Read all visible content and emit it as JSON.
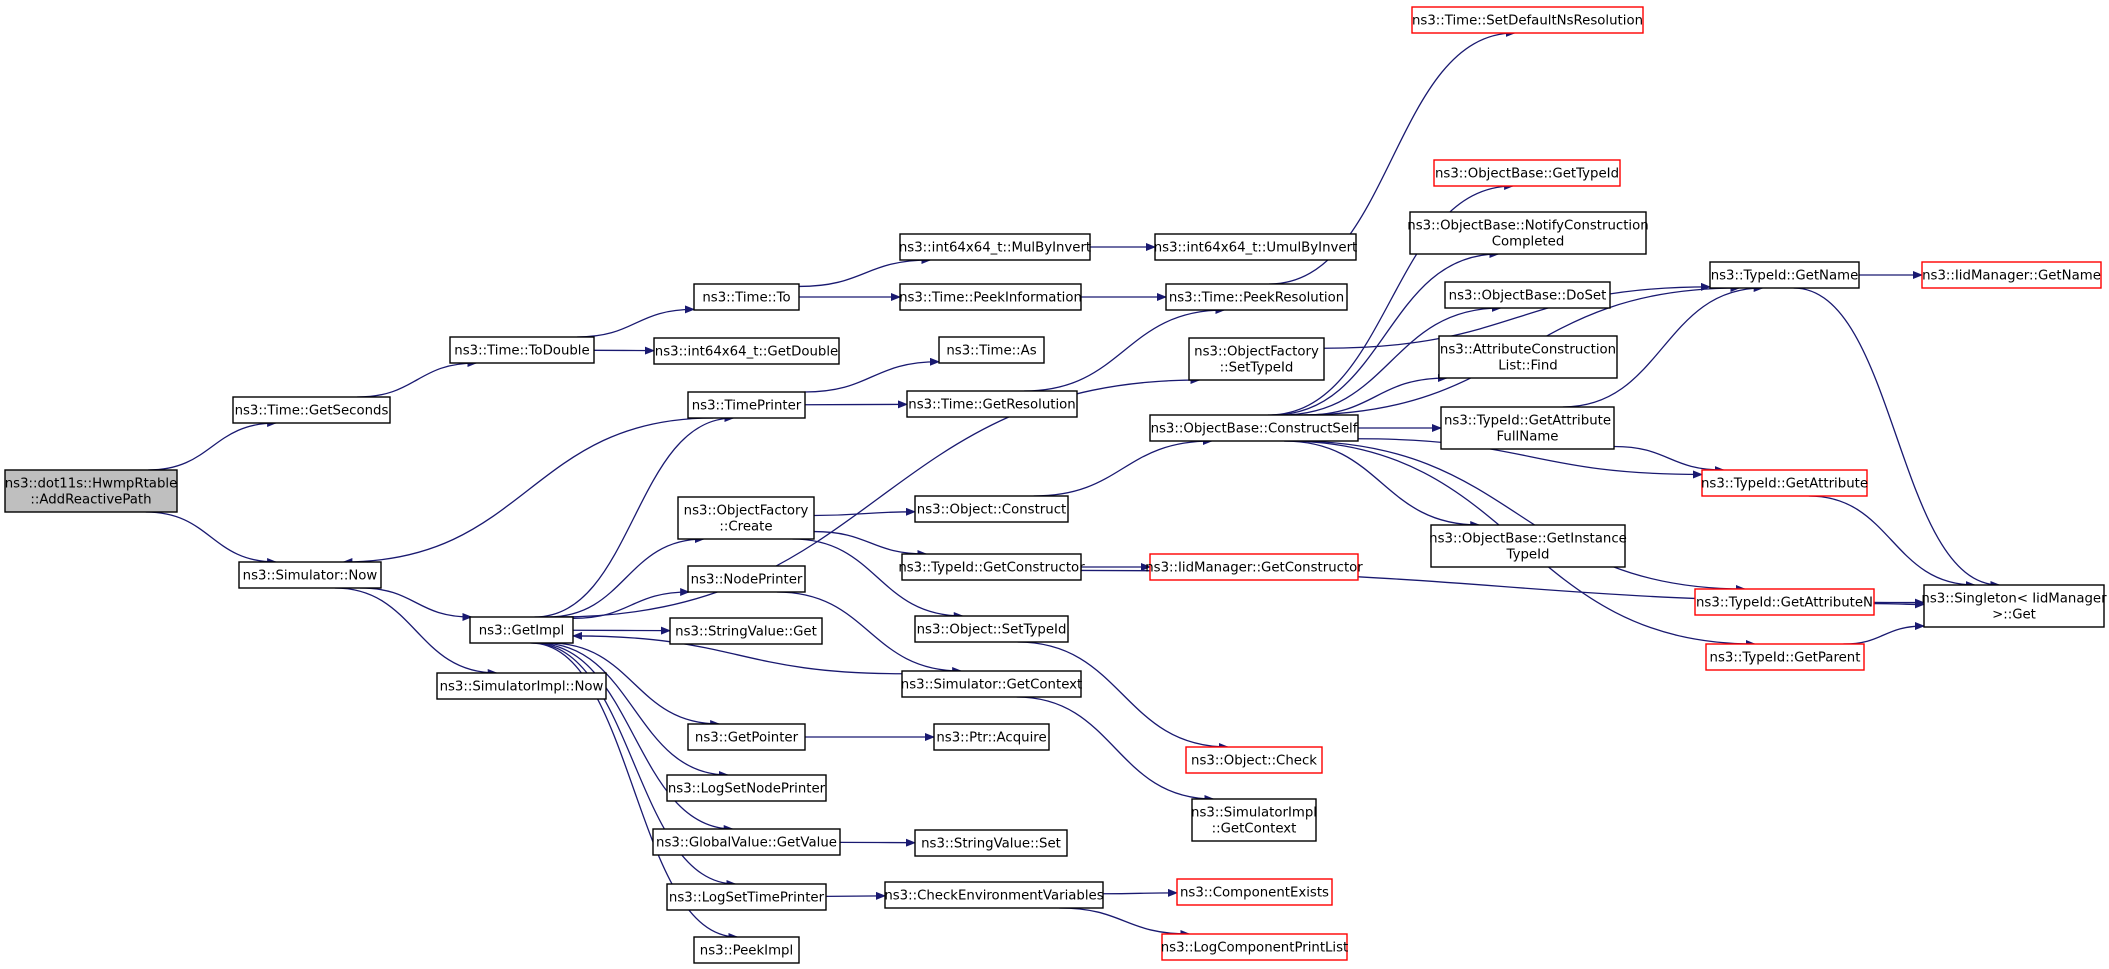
{
  "colors": {
    "edge": "#191970",
    "root_fill": "#bfbfbf",
    "node_border": "#000000",
    "truncated_border": "#ff0000"
  },
  "nodes": [
    {
      "id": "root",
      "lines": [
        "ns3::dot11s::HwmpRtable",
        "::AddReactivePath"
      ],
      "style": "root"
    },
    {
      "id": "getseconds",
      "lines": [
        "ns3::Time::GetSeconds"
      ],
      "style": "normal"
    },
    {
      "id": "simnow",
      "lines": [
        "ns3::Simulator::Now"
      ],
      "style": "normal"
    },
    {
      "id": "todouble",
      "lines": [
        "ns3::Time::ToDouble"
      ],
      "style": "normal"
    },
    {
      "id": "getimpl",
      "lines": [
        "ns3::GetImpl"
      ],
      "style": "normal"
    },
    {
      "id": "simimplnow",
      "lines": [
        "ns3::SimulatorImpl::Now"
      ],
      "style": "normal"
    },
    {
      "id": "timeto",
      "lines": [
        "ns3::Time::To"
      ],
      "style": "normal"
    },
    {
      "id": "i64getdouble",
      "lines": [
        "ns3::int64x64_t::GetDouble"
      ],
      "style": "normal"
    },
    {
      "id": "timeprinter",
      "lines": [
        "ns3::TimePrinter"
      ],
      "style": "normal"
    },
    {
      "id": "ofcreate",
      "lines": [
        "ns3::ObjectFactory",
        "::Create"
      ],
      "style": "normal"
    },
    {
      "id": "nodeprinter",
      "lines": [
        "ns3::NodePrinter"
      ],
      "style": "normal"
    },
    {
      "id": "svget",
      "lines": [
        "ns3::StringValue::Get"
      ],
      "style": "normal"
    },
    {
      "id": "getpointer",
      "lines": [
        "ns3::GetPointer"
      ],
      "style": "normal"
    },
    {
      "id": "logsetnodeprinter",
      "lines": [
        "ns3::LogSetNodePrinter"
      ],
      "style": "normal"
    },
    {
      "id": "gvgetvalue",
      "lines": [
        "ns3::GlobalValue::GetValue"
      ],
      "style": "normal"
    },
    {
      "id": "logsettimeprinter",
      "lines": [
        "ns3::LogSetTimePrinter"
      ],
      "style": "normal"
    },
    {
      "id": "peekimpl",
      "lines": [
        "ns3::PeekImpl"
      ],
      "style": "normal"
    },
    {
      "id": "mulbyinvert",
      "lines": [
        "ns3::int64x64_t::MulByInvert"
      ],
      "style": "normal"
    },
    {
      "id": "peekinfo",
      "lines": [
        "ns3::Time::PeekInformation"
      ],
      "style": "normal"
    },
    {
      "id": "timeas",
      "lines": [
        "ns3::Time::As"
      ],
      "style": "normal"
    },
    {
      "id": "getresolution",
      "lines": [
        "ns3::Time::GetResolution"
      ],
      "style": "normal"
    },
    {
      "id": "objconstruct",
      "lines": [
        "ns3::Object::Construct"
      ],
      "style": "normal"
    },
    {
      "id": "tidgetconstructor",
      "lines": [
        "ns3::TypeId::GetConstructor"
      ],
      "style": "normal"
    },
    {
      "id": "objsettypeid",
      "lines": [
        "ns3::Object::SetTypeId"
      ],
      "style": "normal"
    },
    {
      "id": "simgetcontext",
      "lines": [
        "ns3::Simulator::GetContext"
      ],
      "style": "normal"
    },
    {
      "id": "ptracquire",
      "lines": [
        "ns3::Ptr::Acquire"
      ],
      "style": "normal"
    },
    {
      "id": "svset",
      "lines": [
        "ns3::StringValue::Set"
      ],
      "style": "normal"
    },
    {
      "id": "checkenv",
      "lines": [
        "ns3::CheckEnvironmentVariables"
      ],
      "style": "normal"
    },
    {
      "id": "umulbyinvert",
      "lines": [
        "ns3::int64x64_t::UmulByInvert"
      ],
      "style": "normal"
    },
    {
      "id": "peekresolution",
      "lines": [
        "ns3::Time::PeekResolution"
      ],
      "style": "normal"
    },
    {
      "id": "ofsettypeid",
      "lines": [
        "ns3::ObjectFactory",
        "::SetTypeId"
      ],
      "style": "normal"
    },
    {
      "id": "obconstructself",
      "lines": [
        "ns3::ObjectBase::ConstructSelf"
      ],
      "style": "normal"
    },
    {
      "id": "iidgetconstructor",
      "lines": [
        "ns3::IidManager::GetConstructor"
      ],
      "style": "truncated"
    },
    {
      "id": "objcheck",
      "lines": [
        "ns3::Object::Check"
      ],
      "style": "truncated"
    },
    {
      "id": "simimplgetcontext",
      "lines": [
        "ns3::SimulatorImpl",
        "::GetContext"
      ],
      "style": "normal"
    },
    {
      "id": "componentexists",
      "lines": [
        "ns3::ComponentExists"
      ],
      "style": "truncated"
    },
    {
      "id": "logcomponentprintlist",
      "lines": [
        "ns3::LogComponentPrintList"
      ],
      "style": "truncated"
    },
    {
      "id": "setdefaultns",
      "lines": [
        "ns3::Time::SetDefaultNsResolution"
      ],
      "style": "truncated"
    },
    {
      "id": "obgettypeid",
      "lines": [
        "ns3::ObjectBase::GetTypeId"
      ],
      "style": "truncated"
    },
    {
      "id": "obnotify",
      "lines": [
        "ns3::ObjectBase::NotifyConstruction",
        "Completed"
      ],
      "style": "normal"
    },
    {
      "id": "obdoset",
      "lines": [
        "ns3::ObjectBase::DoSet"
      ],
      "style": "normal"
    },
    {
      "id": "aclfind",
      "lines": [
        "ns3::AttributeConstruction",
        "List::Find"
      ],
      "style": "normal"
    },
    {
      "id": "tidgetattrfullname",
      "lines": [
        "ns3::TypeId::GetAttribute",
        "FullName"
      ],
      "style": "normal"
    },
    {
      "id": "obgetinstance",
      "lines": [
        "ns3::ObjectBase::GetInstance",
        "TypeId"
      ],
      "style": "normal"
    },
    {
      "id": "tidgetname",
      "lines": [
        "ns3::TypeId::GetName"
      ],
      "style": "normal"
    },
    {
      "id": "tidgetattribute",
      "lines": [
        "ns3::TypeId::GetAttribute"
      ],
      "style": "truncated"
    },
    {
      "id": "tidgetattributen",
      "lines": [
        "ns3::TypeId::GetAttributeN"
      ],
      "style": "truncated"
    },
    {
      "id": "tidgetparent",
      "lines": [
        "ns3::TypeId::GetParent"
      ],
      "style": "truncated"
    },
    {
      "id": "iidgetname",
      "lines": [
        "ns3::IidManager::GetName"
      ],
      "style": "truncated"
    },
    {
      "id": "singletonget",
      "lines": [
        "ns3::Singleton< IidManager",
        ">::Get"
      ],
      "style": "normal"
    }
  ],
  "edges": [
    [
      "root",
      "getseconds"
    ],
    [
      "root",
      "simnow"
    ],
    [
      "getseconds",
      "todouble"
    ],
    [
      "todouble",
      "timeto"
    ],
    [
      "todouble",
      "i64getdouble"
    ],
    [
      "timeto",
      "mulbyinvert"
    ],
    [
      "timeto",
      "peekinfo"
    ],
    [
      "mulbyinvert",
      "umulbyinvert"
    ],
    [
      "peekinfo",
      "peekresolution"
    ],
    [
      "simnow",
      "getimpl"
    ],
    [
      "simnow",
      "simimplnow"
    ],
    [
      "getimpl",
      "timeprinter"
    ],
    [
      "getimpl",
      "ofsettypeid"
    ],
    [
      "getimpl",
      "ofcreate"
    ],
    [
      "getimpl",
      "nodeprinter"
    ],
    [
      "getimpl",
      "svget"
    ],
    [
      "getimpl",
      "getpointer"
    ],
    [
      "getimpl",
      "logsetnodeprinter"
    ],
    [
      "getimpl",
      "gvgetvalue"
    ],
    [
      "getimpl",
      "logsettimeprinter"
    ],
    [
      "getimpl",
      "peekimpl"
    ],
    [
      "timeprinter",
      "simnow"
    ],
    [
      "timeprinter",
      "timeas"
    ],
    [
      "timeprinter",
      "getresolution"
    ],
    [
      "getresolution",
      "peekresolution"
    ],
    [
      "peekresolution",
      "setdefaultns"
    ],
    [
      "ofcreate",
      "objconstruct"
    ],
    [
      "ofcreate",
      "tidgetconstructor"
    ],
    [
      "ofcreate",
      "objsettypeid"
    ],
    [
      "nodeprinter",
      "simgetcontext"
    ],
    [
      "simgetcontext",
      "getimpl"
    ],
    [
      "simgetcontext",
      "simimplgetcontext"
    ],
    [
      "getpointer",
      "ptracquire"
    ],
    [
      "gvgetvalue",
      "svset"
    ],
    [
      "logsettimeprinter",
      "checkenv"
    ],
    [
      "checkenv",
      "componentexists"
    ],
    [
      "checkenv",
      "logcomponentprintlist"
    ],
    [
      "objconstruct",
      "obconstructself"
    ],
    [
      "tidgetconstructor",
      "iidgetconstructor"
    ],
    [
      "tidgetconstructor",
      "singletonget"
    ],
    [
      "objsettypeid",
      "objcheck"
    ],
    [
      "ofsettypeid",
      "tidgetname"
    ],
    [
      "obconstructself",
      "obgettypeid"
    ],
    [
      "obconstructself",
      "obnotify"
    ],
    [
      "obconstructself",
      "obdoset"
    ],
    [
      "obconstructself",
      "aclfind"
    ],
    [
      "obconstructself",
      "tidgetattrfullname"
    ],
    [
      "obconstructself",
      "tidgetattribute"
    ],
    [
      "obconstructself",
      "obgetinstance"
    ],
    [
      "obconstructself",
      "tidgetattributen"
    ],
    [
      "obconstructself",
      "tidgetparent"
    ],
    [
      "obconstructself",
      "tidgetname"
    ],
    [
      "tidgetattrfullname",
      "tidgetname"
    ],
    [
      "tidgetattrfullname",
      "tidgetattribute"
    ],
    [
      "tidgetname",
      "iidgetname"
    ],
    [
      "tidgetname",
      "singletonget"
    ],
    [
      "tidgetattribute",
      "singletonget"
    ],
    [
      "tidgetattributen",
      "singletonget"
    ],
    [
      "tidgetparent",
      "singletonget"
    ]
  ]
}
